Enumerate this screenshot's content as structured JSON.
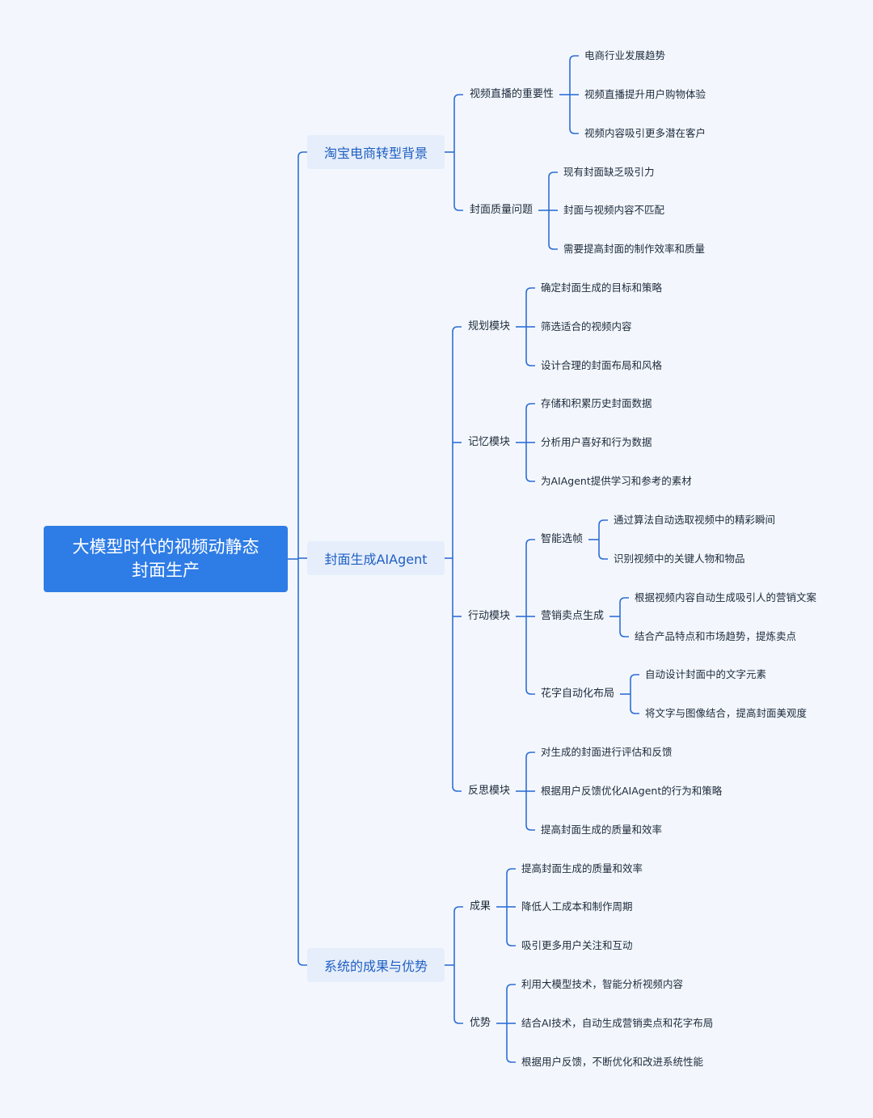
{
  "root": {
    "line1": "大模型时代的视频动静态",
    "line2": "封面生产"
  },
  "branches": [
    {
      "label": "淘宝电商转型背景",
      "children": [
        {
          "label": "视频直播的重要性",
          "items": [
            "电商行业发展趋势",
            "视频直播提升用户购物体验",
            "视频内容吸引更多潜在客户"
          ]
        },
        {
          "label": "封面质量问题",
          "items": [
            "现有封面缺乏吸引力",
            "封面与视频内容不匹配",
            "需要提高封面的制作效率和质量"
          ]
        }
      ]
    },
    {
      "label": "封面生成AIAgent",
      "children": [
        {
          "label": "规划模块",
          "items": [
            "确定封面生成的目标和策略",
            "筛选适合的视频内容",
            "设计合理的封面布局和风格"
          ]
        },
        {
          "label": "记忆模块",
          "items": [
            "存储和积累历史封面数据",
            "分析用户喜好和行为数据",
            "为AIAgent提供学习和参考的素材"
          ]
        },
        {
          "label": "行动模块",
          "subs": [
            {
              "label": "智能选帧",
              "items": [
                "通过算法自动选取视频中的精彩瞬间",
                "识别视频中的关键人物和物品"
              ]
            },
            {
              "label": "营销卖点生成",
              "items": [
                "根据视频内容自动生成吸引人的营销文案",
                "结合产品特点和市场趋势，提炼卖点"
              ]
            },
            {
              "label": "花字自动化布局",
              "items": [
                "自动设计封面中的文字元素",
                "将文字与图像结合，提高封面美观度"
              ]
            }
          ]
        },
        {
          "label": "反思模块",
          "items": [
            "对生成的封面进行评估和反馈",
            "根据用户反馈优化AIAgent的行为和策略",
            "提高封面生成的质量和效率"
          ]
        }
      ]
    },
    {
      "label": "系统的成果与优势",
      "children": [
        {
          "label": "成果",
          "items": [
            "提高封面生成的质量和效率",
            "降低人工成本和制作周期",
            "吸引更多用户关注和互动"
          ]
        },
        {
          "label": "优势",
          "items": [
            "利用大模型技术，智能分析视频内容",
            "结合AI技术，自动生成营销卖点和花字布局",
            "根据用户反馈，不断优化和改进系统性能"
          ]
        }
      ]
    }
  ],
  "colors": {
    "line": "#2f6fd6",
    "root_bg": "#2e7ce6",
    "node_bg": "#e6eefb"
  }
}
